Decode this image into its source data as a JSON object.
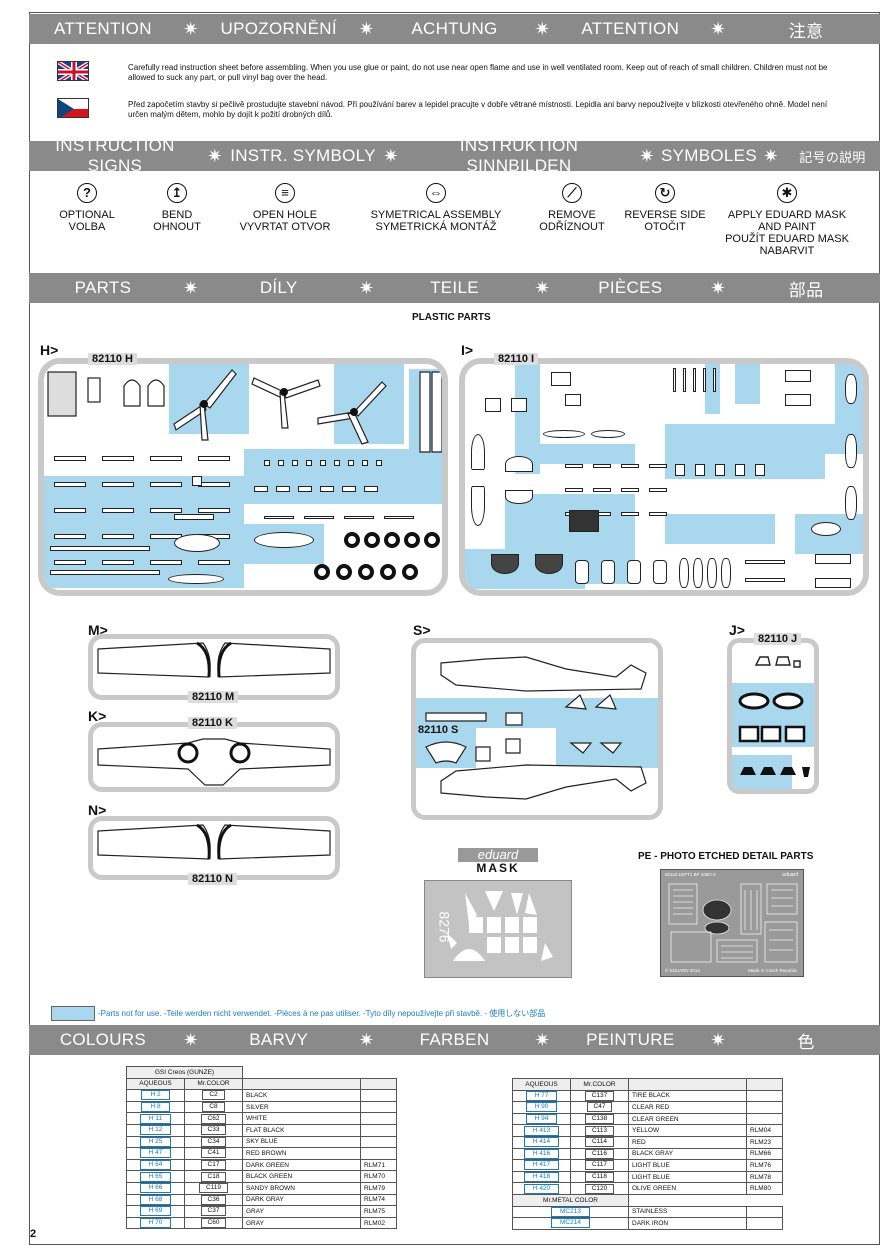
{
  "attention": [
    "ATTENTION",
    "UPOZORNĚNÍ",
    "ACHTUNG",
    "ATTENTION",
    "注意"
  ],
  "warnings": {
    "en": "Carefully read instruction sheet before assembling. When you use glue or paint, do not use near open flame and use in well ventilated room. Keep out of reach of small children. Children must not be allowed to suck any part, or pull vinyl bag over the head.",
    "cz": "Před započetím stavby si pečlivě prostudujte stavební návod. Při používání barev a lepidel pracujte v dobře větrané místnosti. Lepidla ani barvy nepoužívejte v blízkosti otevřeného ohně. Model není určen malým dětem, mohlo by dojít k požití drobných dílů."
  },
  "signs_header": [
    "INSTRUCTION SIGNS",
    "INSTR. SYMBOLY",
    "INSTRUKTION  SINNBILDEN",
    "SYMBOLES",
    "記号の説明"
  ],
  "signs": [
    {
      "icon": "question-icon",
      "glyph": "?",
      "label": "OPTIONAL\nVOLBA"
    },
    {
      "icon": "bend-icon",
      "glyph": "↥",
      "label": "BEND\nOHNOUT"
    },
    {
      "icon": "drill-icon",
      "glyph": "≡",
      "label": "OPEN HOLE\nVYVRTAT OTVOR"
    },
    {
      "icon": "symmetric-icon",
      "glyph": "⇔",
      "label": "SYMETRICAL ASSEMBLY\nSYMETRICKÁ MONTÁŽ"
    },
    {
      "icon": "remove-icon",
      "glyph": "⟋",
      "label": "REMOVE\nODŘÍZNOUT"
    },
    {
      "icon": "reverse-icon",
      "glyph": "↻",
      "label": "REVERSE SIDE\nOTOČIT"
    },
    {
      "icon": "mask-icon",
      "glyph": "✱",
      "label": "APPLY EDUARD MASK\nAND PAINT\nPOUŽÍT EDUARD MASK\nNABARVIT"
    }
  ],
  "parts_header": [
    "PARTS",
    "DÍLY",
    "TEILE",
    "PIÈCES",
    "部品"
  ],
  "plastic_parts": "PLASTIC PARTS",
  "sprues": {
    "H": {
      "letter": "H>",
      "code": "82110 H"
    },
    "I": {
      "letter": "I>",
      "code": "82110 I"
    },
    "M": {
      "letter": "M>",
      "code": "82110 M"
    },
    "K": {
      "letter": "K>",
      "code": "82110 K"
    },
    "N": {
      "letter": "N>",
      "code": "82110 N"
    },
    "S": {
      "letter": "S>",
      "code": "82110 S"
    },
    "J": {
      "letter": "J>",
      "code": "82110 J"
    }
  },
  "mask": {
    "brand": "eduard",
    "title": "MASK",
    "code": "8276"
  },
  "pe": {
    "title": "PE - PHOTO ETCHED DETAIL PARTS",
    "fret_code": "82110-LEPT1  BF 109G-2",
    "brand": "eduard",
    "copyright": "© EDUARD 2012",
    "made_in": "Made in Czech Republic"
  },
  "not_used_note": "-Parts not for use. -Teile werden nicht verwendet. -Pièces à ne pas utiliser. -Tyto díly nepoužívejte při stavbě. -  使用しない部品",
  "colours_header": [
    "COLOURS",
    "BARVY",
    "FARBEN",
    "PEINTURE",
    "色"
  ],
  "table_left": {
    "group": "GSI Creos (GUNZE)",
    "col1": "AQUEOUS",
    "col2": "Mr.COLOR",
    "rows": [
      {
        "aq": "H 2",
        "mr": "C2",
        "name": "BLACK",
        "rlm": ""
      },
      {
        "aq": "H 8",
        "mr": "C8",
        "name": "SILVER",
        "rlm": ""
      },
      {
        "aq": "H 11",
        "mr": "C62",
        "name": "WHITE",
        "rlm": ""
      },
      {
        "aq": "H 12",
        "mr": "C33",
        "name": "FLAT BLACK",
        "rlm": ""
      },
      {
        "aq": "H 25",
        "mr": "C34",
        "name": "SKY BLUE",
        "rlm": ""
      },
      {
        "aq": "H 47",
        "mr": "C41",
        "name": "RED BROWN",
        "rlm": ""
      },
      {
        "aq": "H 64",
        "mr": "C17",
        "name": "DARK GREEN",
        "rlm": "RLM71"
      },
      {
        "aq": "H 65",
        "mr": "C18",
        "name": "BLACK GREEN",
        "rlm": "RLM70"
      },
      {
        "aq": "H 66",
        "mr": "C119",
        "name": "SANDY BROWN",
        "rlm": "RLM79"
      },
      {
        "aq": "H 68",
        "mr": "C36",
        "name": "DARK GRAY",
        "rlm": "RLM74"
      },
      {
        "aq": "H 69",
        "mr": "C37",
        "name": "GRAY",
        "rlm": "RLM75"
      },
      {
        "aq": "H 70",
        "mr": "C60",
        "name": "GRAY",
        "rlm": "RLM02"
      }
    ]
  },
  "table_right": {
    "col1": "AQUEOUS",
    "col2": "Mr.COLOR",
    "rows": [
      {
        "aq": "H 77",
        "mr": "C137",
        "name": "TIRE BLACK",
        "rlm": ""
      },
      {
        "aq": "H 90",
        "mr": "C47",
        "name": "CLEAR RED",
        "rlm": ""
      },
      {
        "aq": "H 94",
        "mr": "C138",
        "name": "CLEAR GREEN",
        "rlm": ""
      },
      {
        "aq": "H 413",
        "mr": "C113",
        "name": "YELLOW",
        "rlm": "RLM04"
      },
      {
        "aq": "H 414",
        "mr": "C114",
        "name": "RED",
        "rlm": "RLM23"
      },
      {
        "aq": "H 416",
        "mr": "C116",
        "name": "BLACK GRAY",
        "rlm": "RLM66"
      },
      {
        "aq": "H 417",
        "mr": "C117",
        "name": "LIGHT BLUE",
        "rlm": "RLM76"
      },
      {
        "aq": "H 418",
        "mr": "C118",
        "name": "LIGHT BLUE",
        "rlm": "RLM78"
      },
      {
        "aq": "H 420",
        "mr": "C120",
        "name": "OLIVE GREEN",
        "rlm": "RLM80"
      }
    ],
    "metal_group": "Mr.METAL COLOR",
    "metal_rows": [
      {
        "code": "MC213",
        "name": "STAINLESS"
      },
      {
        "code": "MC214",
        "name": "DARK IRON"
      }
    ]
  },
  "page_number": "2",
  "colors": {
    "band": "#8a8a8a",
    "not_used": "#a9d8ee",
    "sprue": "#c9c9c9"
  }
}
